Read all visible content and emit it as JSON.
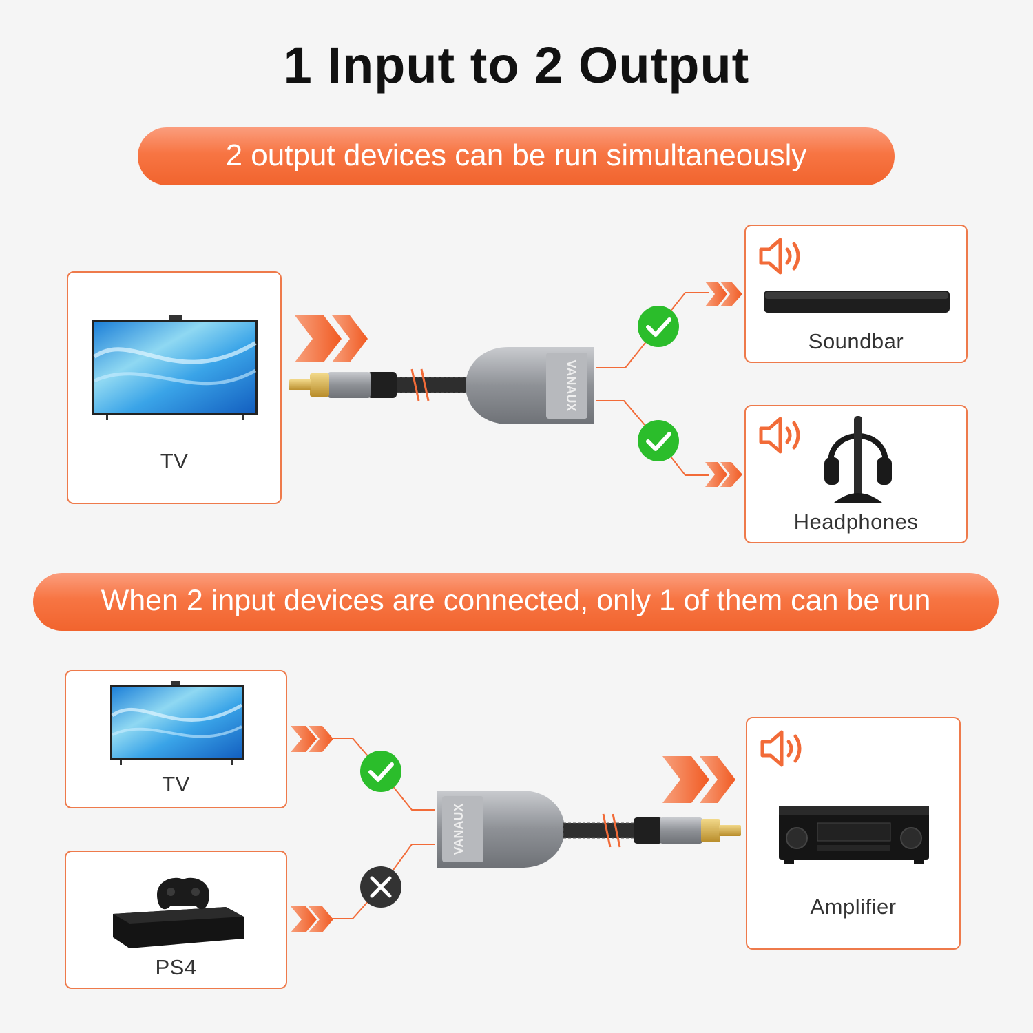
{
  "title": "1 Input to 2 Output",
  "banner_top": "2 output devices can be run simultaneously",
  "banner_bottom": "When 2 input devices are connected, only 1 of them can be run",
  "brand": "VANAUX",
  "section1": {
    "input": {
      "label": "TV",
      "icon": "tv-icon"
    },
    "outputs": [
      {
        "label": "Soundbar",
        "icon": "soundbar-icon",
        "status": "check"
      },
      {
        "label": "Headphones",
        "icon": "headphones-icon",
        "status": "check"
      }
    ]
  },
  "section2": {
    "inputs": [
      {
        "label": "TV",
        "icon": "tv-icon",
        "status": "check"
      },
      {
        "label": "PS4",
        "icon": "game-console-icon",
        "status": "cross"
      }
    ],
    "output": {
      "label": "Amplifier",
      "icon": "amplifier-icon"
    }
  },
  "colors": {
    "accent": "#f26b38",
    "check": "#2bbd2b",
    "cross": "#333333",
    "splitter": "#a7a9ad"
  }
}
